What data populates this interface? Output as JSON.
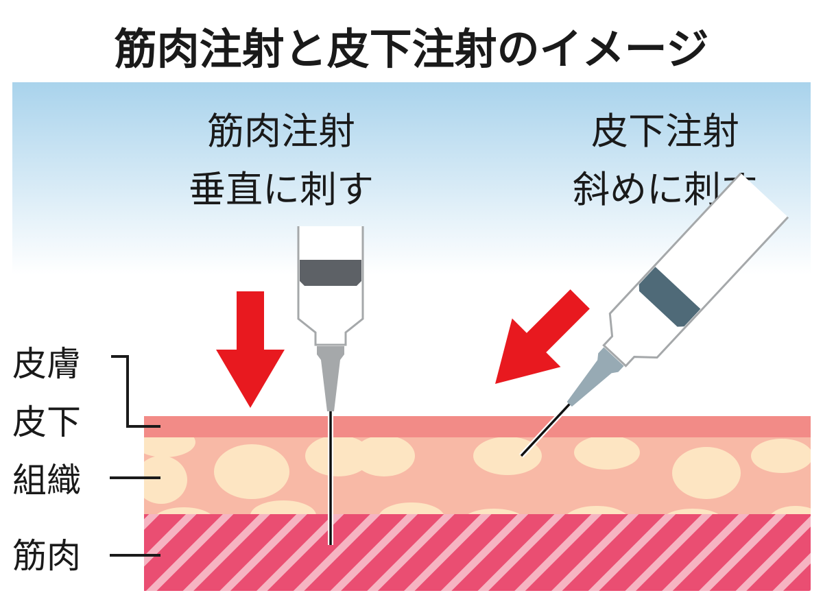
{
  "title": "筋肉注射と皮下注射のイメージ",
  "intramuscular": {
    "name": "筋肉注射",
    "method": "垂直に刺す"
  },
  "subcutaneous": {
    "name": "皮下注射",
    "method": "斜めに刺す"
  },
  "layers": {
    "skin": "皮膚",
    "subcutaneous_1": "皮下",
    "subcutaneous_2": "組織",
    "muscle": "筋肉"
  },
  "colors": {
    "sky_top": "#a9d3ec",
    "skin": "#f28b87",
    "subcutaneous": "#f8b9a6",
    "fat": "#fde5c2",
    "muscle": "#ea4e72",
    "muscle_stripe": "#f6b4c2",
    "arrow": "#e8191f",
    "plunger_vertical": "#5d6166",
    "plunger_angled": "#4f6a78",
    "hub_vertical": "#a5a8aa",
    "hub_angled": "#97aab4"
  }
}
